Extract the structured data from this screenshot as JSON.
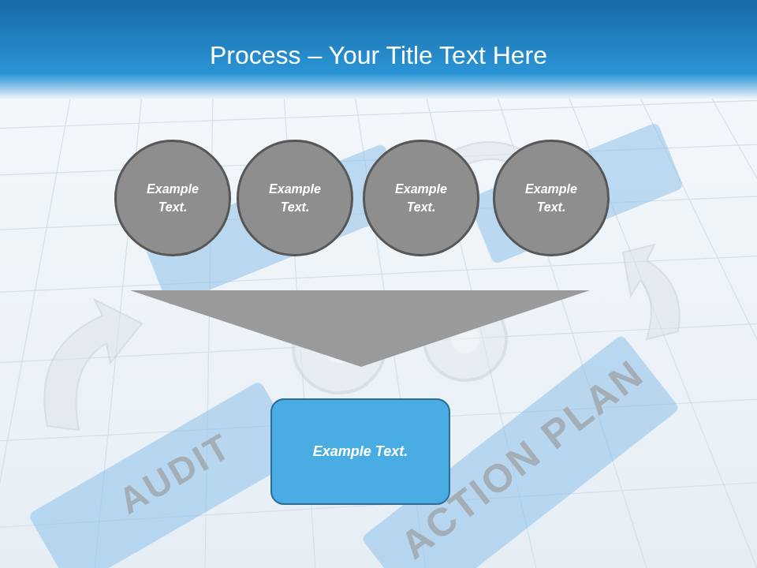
{
  "diagram": {
    "title": "Process – Your Title Text Here",
    "nodes": [
      {
        "text": [
          "Example Text."
        ]
      },
      {
        "text": [
          "Example Text."
        ]
      },
      {
        "text": [
          "Example Text."
        ]
      },
      {
        "text": [
          "Example Text."
        ]
      },
      {
        "text": [
          "Example Text."
        ]
      }
    ],
    "labels": [
      "AUDIT",
      "ACTION PLAN"
    ]
  }
}
